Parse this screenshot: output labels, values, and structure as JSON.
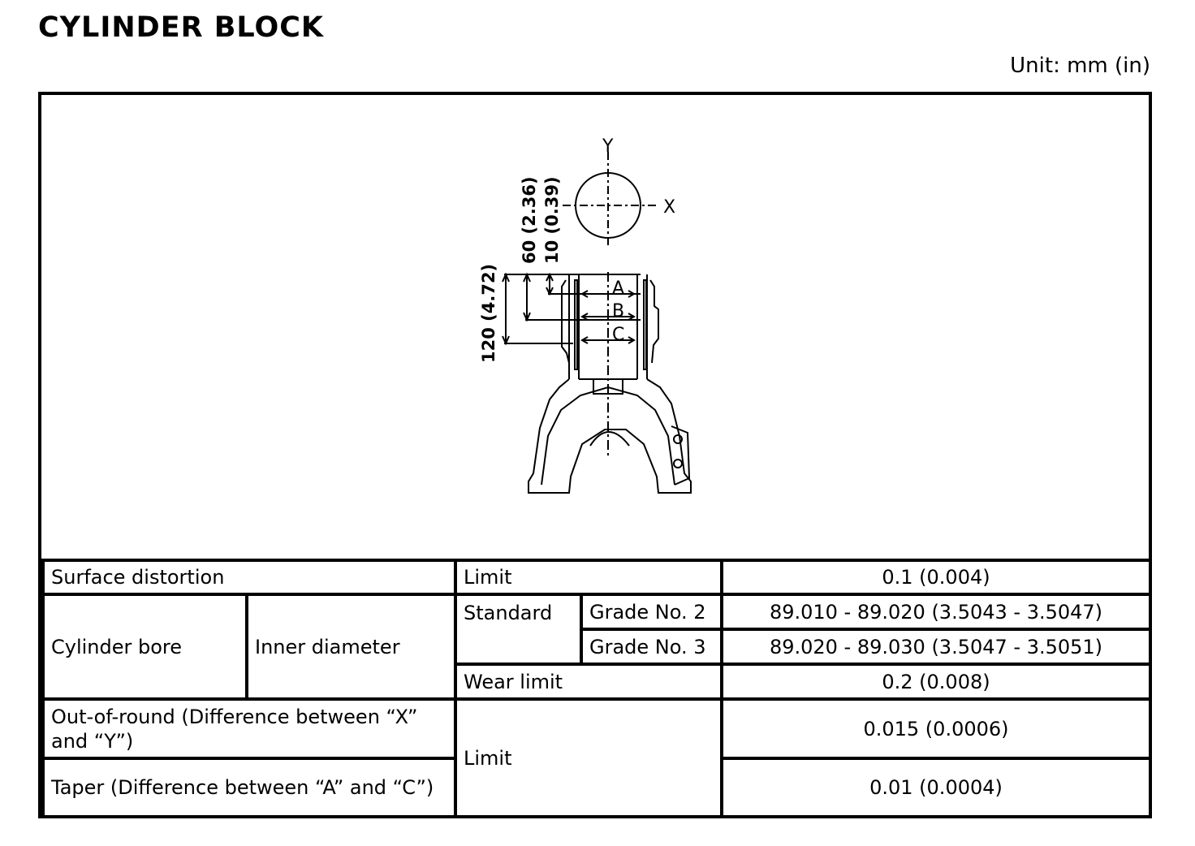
{
  "header": {
    "title": "CYLINDER BLOCK",
    "unit": "Unit: mm (in)"
  },
  "diagram": {
    "axis_y": "Y",
    "axis_x": "X",
    "point_a": "A",
    "point_b": "B",
    "point_c": "C",
    "dim_60": "60 (2.36)",
    "dim_10": "10 (0.39)",
    "dim_120": "120 (4.72)"
  },
  "spec_table": {
    "surface_distortion": {
      "item": "Surface distortion",
      "cond": "Limit",
      "value": "0.1 (0.004)"
    },
    "cylinder_bore": {
      "item": "Cylinder bore",
      "sub": "Inner diameter",
      "standard": "Standard",
      "grade2": "Grade No. 2",
      "grade2_value": "89.010 - 89.020 (3.5043 - 3.5047)",
      "grade3": "Grade No. 3",
      "grade3_value": "89.020 - 89.030 (3.5047 - 3.5051)",
      "wear_limit": "Wear limit",
      "wear_limit_value": "0.2 (0.008)"
    },
    "out_of_round": {
      "item": "Out-of-round (Difference between “X” and “Y”)",
      "value": "0.015 (0.0006)"
    },
    "taper": {
      "item": "Taper (Difference between “A” and “C”)",
      "value": "0.01 (0.0004)"
    },
    "shared_limit": "Limit"
  }
}
